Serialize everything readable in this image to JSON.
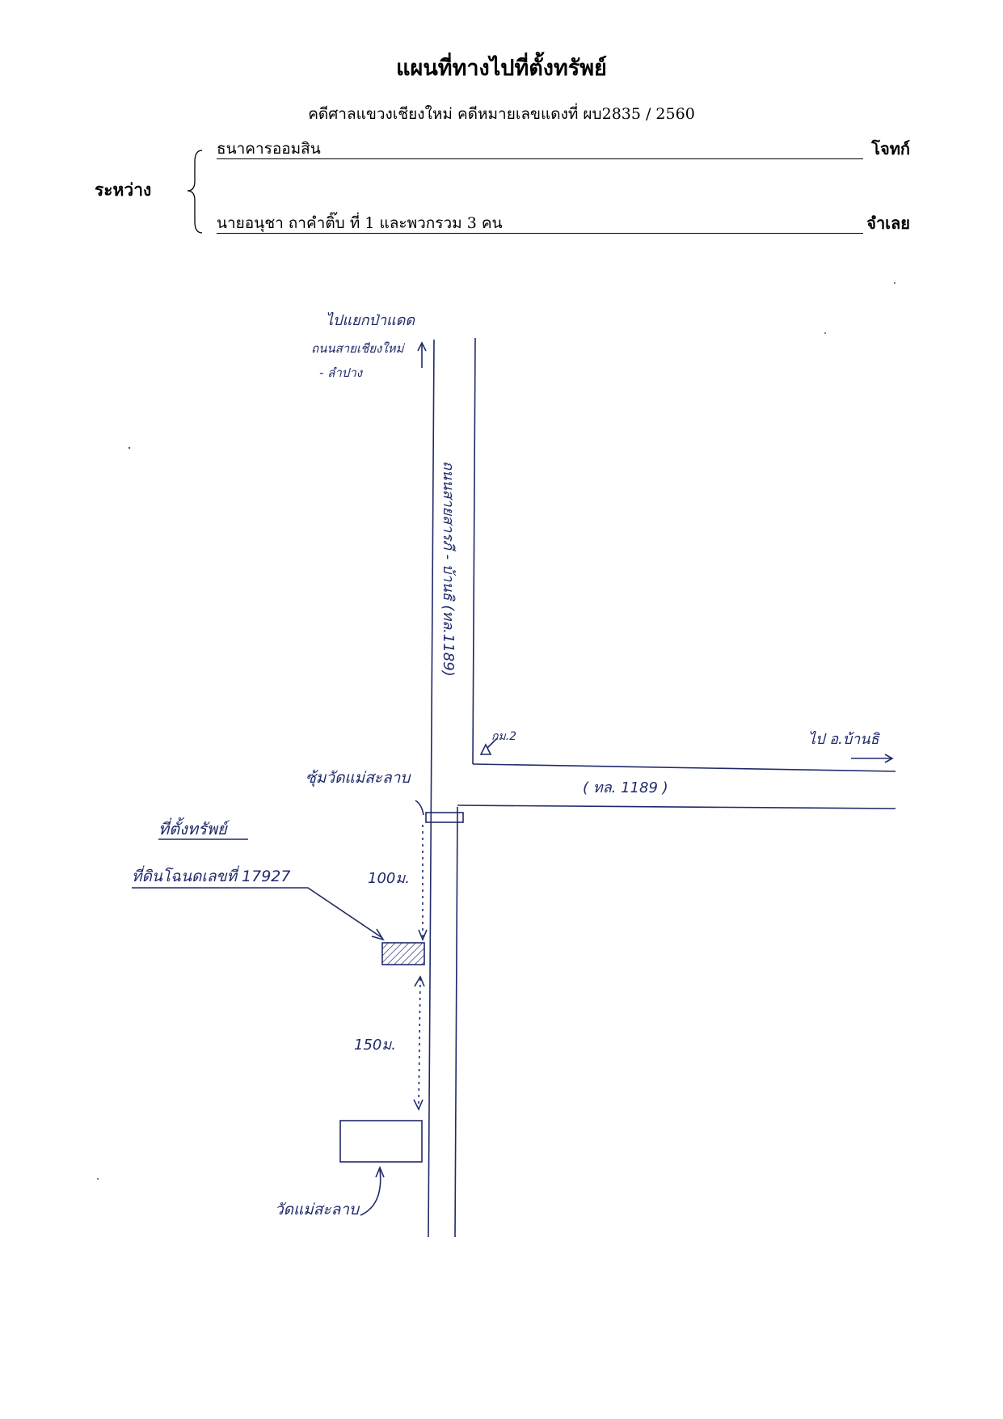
{
  "header": {
    "title": "แผนที่ทางไปที่ตั้งทรัพย์",
    "subtitle": "คดีศาลแขวงเชียงใหม่  คดีหมายเลขแดงที่  ผบ2835 / 2560"
  },
  "parties": {
    "between_label": "ระหว่าง",
    "plaintiff_name": "ธนาคารออมสิน",
    "plaintiff_role": "โจทก์",
    "defendant_name": "นายอนุชา  ถาคำติ๊บ ที่ 1  และพวกรวม 3 คน",
    "defendant_role": "จำเลย"
  },
  "map": {
    "north_label_line1": "ไปแยกป่าแดด",
    "north_label_line2": "ถนนสายเชียงใหม่",
    "north_label_line3": "- ลำปาง",
    "main_road_label": "ถนนสายสารภี - บ้านธิ   (ทล.1189)",
    "km_marker": "กม.2",
    "east_destination": "ไป อ.บ้านธิ",
    "side_road_label": "( ทล. 1189 )",
    "temple_arch_label": "ซุ้มวัดแม่สะลาบ",
    "property_heading": "ที่ตั้งทรัพย์",
    "property_label": "ที่ดินโฉนดเลขที่  17927",
    "distance_north": "100ม.",
    "distance_south": "150ม.",
    "temple_label": "วัดแม่สะลาบ",
    "ink_color": "#1f2a6a"
  }
}
